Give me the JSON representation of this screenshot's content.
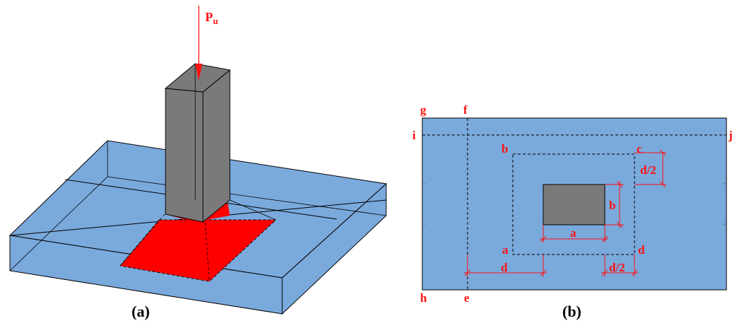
{
  "colors": {
    "slab": "#7aa9dc",
    "column": "#7a7a7a",
    "critical_area": "#ff0000",
    "annotation": "#ff1010",
    "line": "#000000"
  },
  "panel_a": {
    "load_label": "P",
    "load_subscript": "u",
    "caption": "(a)"
  },
  "panel_b": {
    "corner_labels": {
      "g": "g",
      "f": "f",
      "i": "i",
      "j": "j",
      "b": "b",
      "c": "c",
      "a": "a",
      "d": "d",
      "h": "h",
      "e": "e"
    },
    "dims": {
      "d_half_right": "d/2",
      "b": "b",
      "a": "a",
      "d": "d",
      "d_half_bottom": "d/2"
    },
    "caption": "(b)"
  }
}
